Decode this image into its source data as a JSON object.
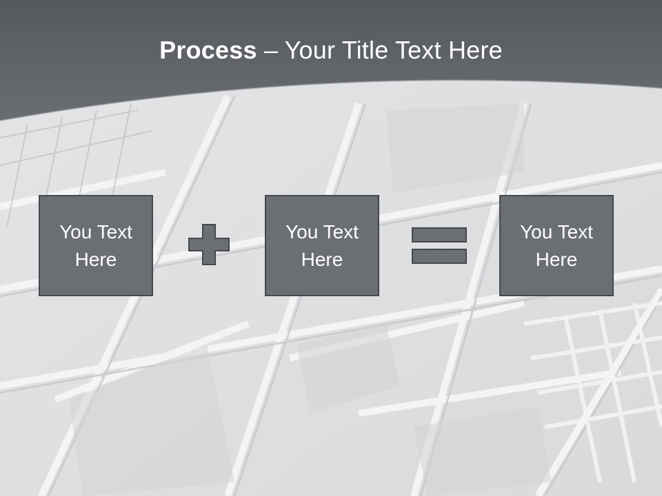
{
  "slide": {
    "title_bold": "Process",
    "title_rest": "– Your Title Text Here"
  },
  "boxes": [
    {
      "text": "You Text Here"
    },
    {
      "text": "You Text Here"
    },
    {
      "text": "You Text Here"
    }
  ],
  "operators": [
    "plus-icon",
    "equals-icon"
  ],
  "colors": {
    "header": "#5b5e63",
    "box_fill": "#6b6e73",
    "box_border": "#45484c",
    "background": "#e6e7e9"
  }
}
